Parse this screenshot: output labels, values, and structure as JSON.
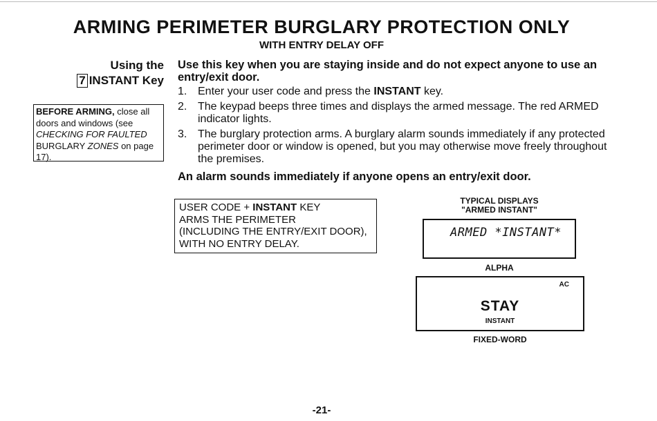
{
  "page": {
    "title": "ARMING PERIMETER BURGLARY PROTECTION ONLY",
    "subtitle": "WITH ENTRY DELAY OFF",
    "page_number": "-21-"
  },
  "side": {
    "using_line1": "Using the",
    "key_number": "7",
    "key_label": "INSTANT Key",
    "box": {
      "part1_bold": "BEFORE ARMING,",
      "part2": " close all doors and windows (see ",
      "part3_italic": "CHECKING FOR FAULTED",
      "part4": " BURGLARY ",
      "part5_italic": "ZONES",
      "part6": " on page 17)."
    }
  },
  "main": {
    "intro": "Use this key when you are staying inside and do not expect anyone to use an entry/exit door.",
    "steps": [
      {
        "num": "1.",
        "pre": "Enter your user code and press the ",
        "bold": "INSTANT",
        "post": " key."
      },
      {
        "num": "2.",
        "text": "The keypad beeps three times and displays the armed message. The red ARMED indicator lights."
      },
      {
        "num": "3.",
        "text": "The burglary protection arms. A burglary alarm sounds immediately if any protected perimeter door or window is opened, but you may otherwise move freely throughout the premises."
      }
    ],
    "emphasis": "An alarm sounds immediately if anyone opens an entry/exit door."
  },
  "command_box": {
    "line1_pre": "USER CODE + ",
    "line1_bold": "INSTANT",
    "line1_post": " KEY",
    "line2": "ARMS THE PERIMETER",
    "line3": "(INCLUDING THE ENTRY/EXIT DOOR),",
    "line4": "WITH NO ENTRY DELAY."
  },
  "displays": {
    "heading_line1": "TYPICAL DISPLAYS",
    "heading_line2": "\"ARMED INSTANT\"",
    "alpha_text": "ARMED *INSTANT*",
    "alpha_caption": "ALPHA",
    "fixed_ac": "AC",
    "fixed_main": "STAY",
    "fixed_sub": "INSTANT",
    "fixed_caption": "FIXED-WORD"
  }
}
